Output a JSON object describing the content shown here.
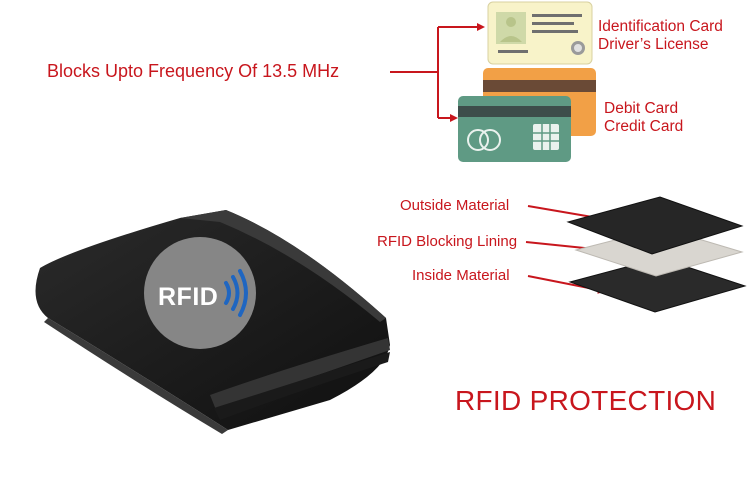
{
  "frequency_callout": "Blocks Upto Frequency Of 13.5 MHz",
  "id_cards": {
    "line1": "Identification Card",
    "line2": "Driver’s License"
  },
  "payment_cards": {
    "line1": "Debit Card",
    "line2": "Credit Card"
  },
  "layers": {
    "outside": "Outside Material",
    "blocking": "RFID Blocking Lining",
    "inside": "Inside Material"
  },
  "badge": "RFID",
  "banner_title": "RFID PROTECTION",
  "colors": {
    "accent_red": "#c8161d",
    "id_card_bg": "#f8f3c9",
    "debit_card": "#f2a046",
    "credit_card": "#5f9a84",
    "wallet_leather": "#1c1c1c",
    "rfid_wave_blue": "#1f66c1"
  },
  "icons": [
    "arrow-right-icon",
    "wallet-image",
    "rfid-signal-icon",
    "chip-icon",
    "card-logo-icon"
  ]
}
